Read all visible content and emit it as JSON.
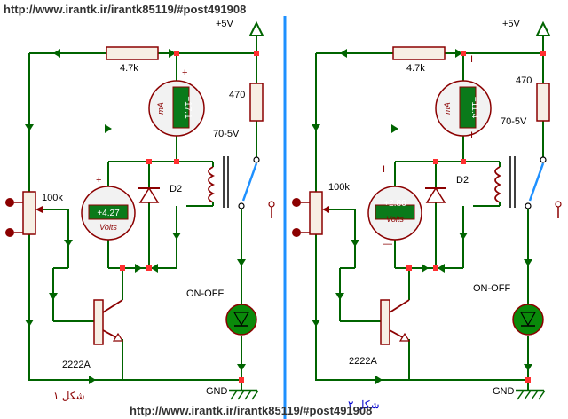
{
  "watermark_top": "http://www.irantk.ir/irantk85119/#post491908",
  "watermark_bottom": "http://www.irantk.ir/irantk85119/#post491908",
  "colors": {
    "wire": "#006400",
    "divider": "#1e90ff",
    "component": "#8b0000",
    "meter_face": "#f2f2f2",
    "lcd": "#0a7a1a",
    "lcd_text": "#ffffff",
    "led_fill": "#0a8a0a",
    "switch_blade": "#1e90ff",
    "node": "#ff3030",
    "caption": "#8b0000",
    "caption_right": "#0000cd"
  },
  "circuits": [
    {
      "supply": "+5V",
      "r_top": "4.7k",
      "r_coil": "470",
      "relay": "70-5V",
      "pot": "100k",
      "diode": "D2",
      "switch_label": "ON-OFF",
      "transistor": "2222A",
      "ground": "GND",
      "caption": "شكل ۱",
      "ammeter": {
        "value": "+17.1",
        "unit": "mA",
        "plus": "+",
        "minus": ""
      },
      "voltmeter": {
        "value": "+4.27",
        "unit": "Volts",
        "plus": "+",
        "minus": ""
      }
    },
    {
      "supply": "+5V",
      "r_top": "4.7k",
      "r_coil": "470",
      "relay": "70-5V",
      "pot": "100k",
      "diode": "D2",
      "switch_label": "ON-OFF",
      "transistor": "2222A",
      "ground": "GND",
      "caption": "شكل ۲",
      "ammeter": {
        "value": "+11.4",
        "unit": "mA",
        "plus": "I",
        "minus": "I"
      },
      "voltmeter": {
        "value": "+2.86",
        "unit": "Volts",
        "plus": "I",
        "minus": "—"
      }
    }
  ]
}
